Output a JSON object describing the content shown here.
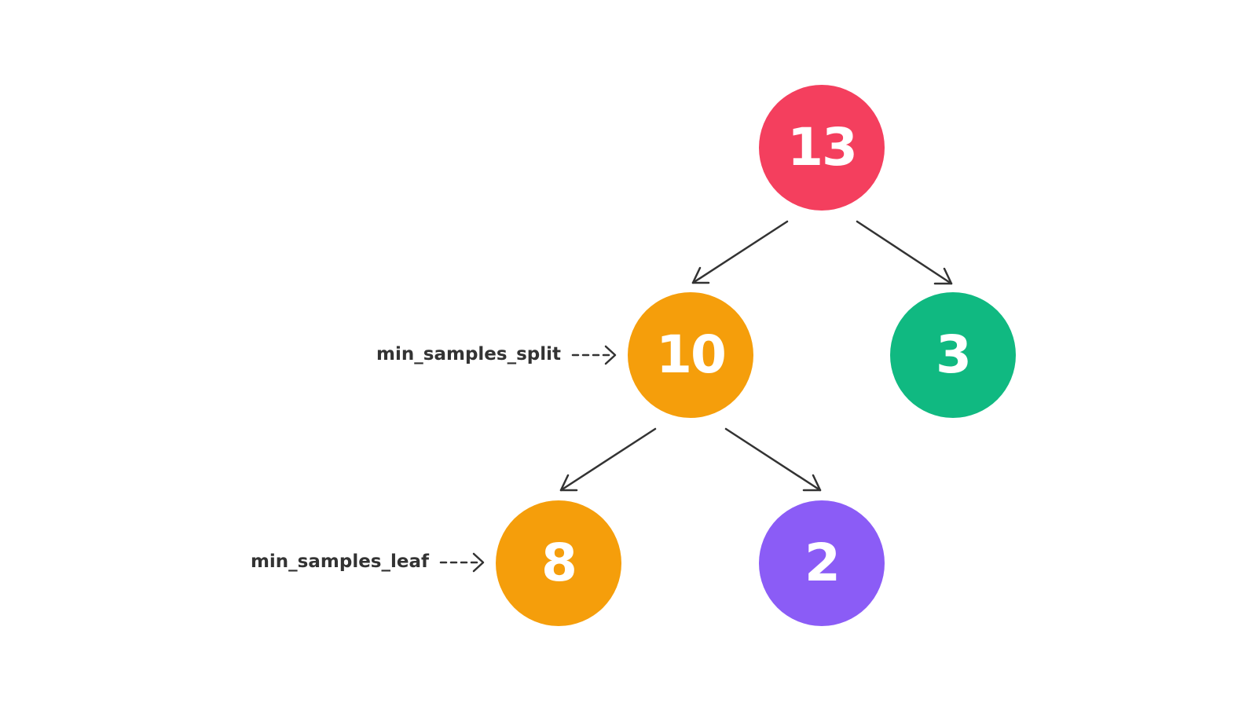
{
  "tree": {
    "nodes": [
      {
        "id": "root",
        "value": "13",
        "color": "#F43F5E"
      },
      {
        "id": "left",
        "value": "10",
        "color": "#F59E0B"
      },
      {
        "id": "right",
        "value": "3",
        "color": "#10B981"
      },
      {
        "id": "left-left",
        "value": "8",
        "color": "#F59E0B"
      },
      {
        "id": "left-right",
        "value": "2",
        "color": "#8B5CF6"
      }
    ],
    "edges": [
      {
        "from": "root",
        "to": "left"
      },
      {
        "from": "root",
        "to": "right"
      },
      {
        "from": "left",
        "to": "left-left"
      },
      {
        "from": "left",
        "to": "left-right"
      }
    ]
  },
  "annotations": {
    "split_label": "min_samples_split",
    "leaf_label": "min_samples_leaf"
  },
  "colors": {
    "arrow": "#333333",
    "background": "#FFFFFF"
  }
}
